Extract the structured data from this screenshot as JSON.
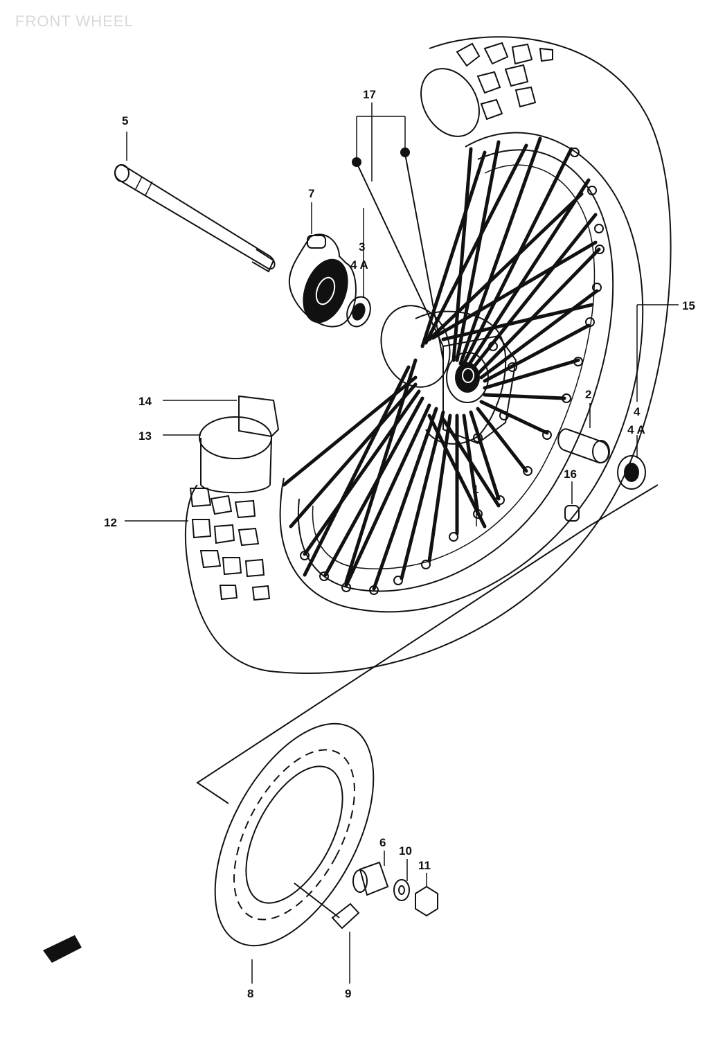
{
  "title": "FRONT WHEEL",
  "callouts": {
    "c1": "1",
    "c2": "2",
    "c3": "3",
    "c4a_left": "4 A",
    "c4": "4",
    "c4a_right": "4 A",
    "c5": "5",
    "c6": "6",
    "c7": "7",
    "c8": "8",
    "c9": "9",
    "c10": "10",
    "c11": "11",
    "c12": "12",
    "c13": "13",
    "c14": "14",
    "c15": "15",
    "c16": "16",
    "c17": "17"
  },
  "colors": {
    "ink": "#111111",
    "paper": "#ffffff",
    "title": "#d8d8d8"
  }
}
